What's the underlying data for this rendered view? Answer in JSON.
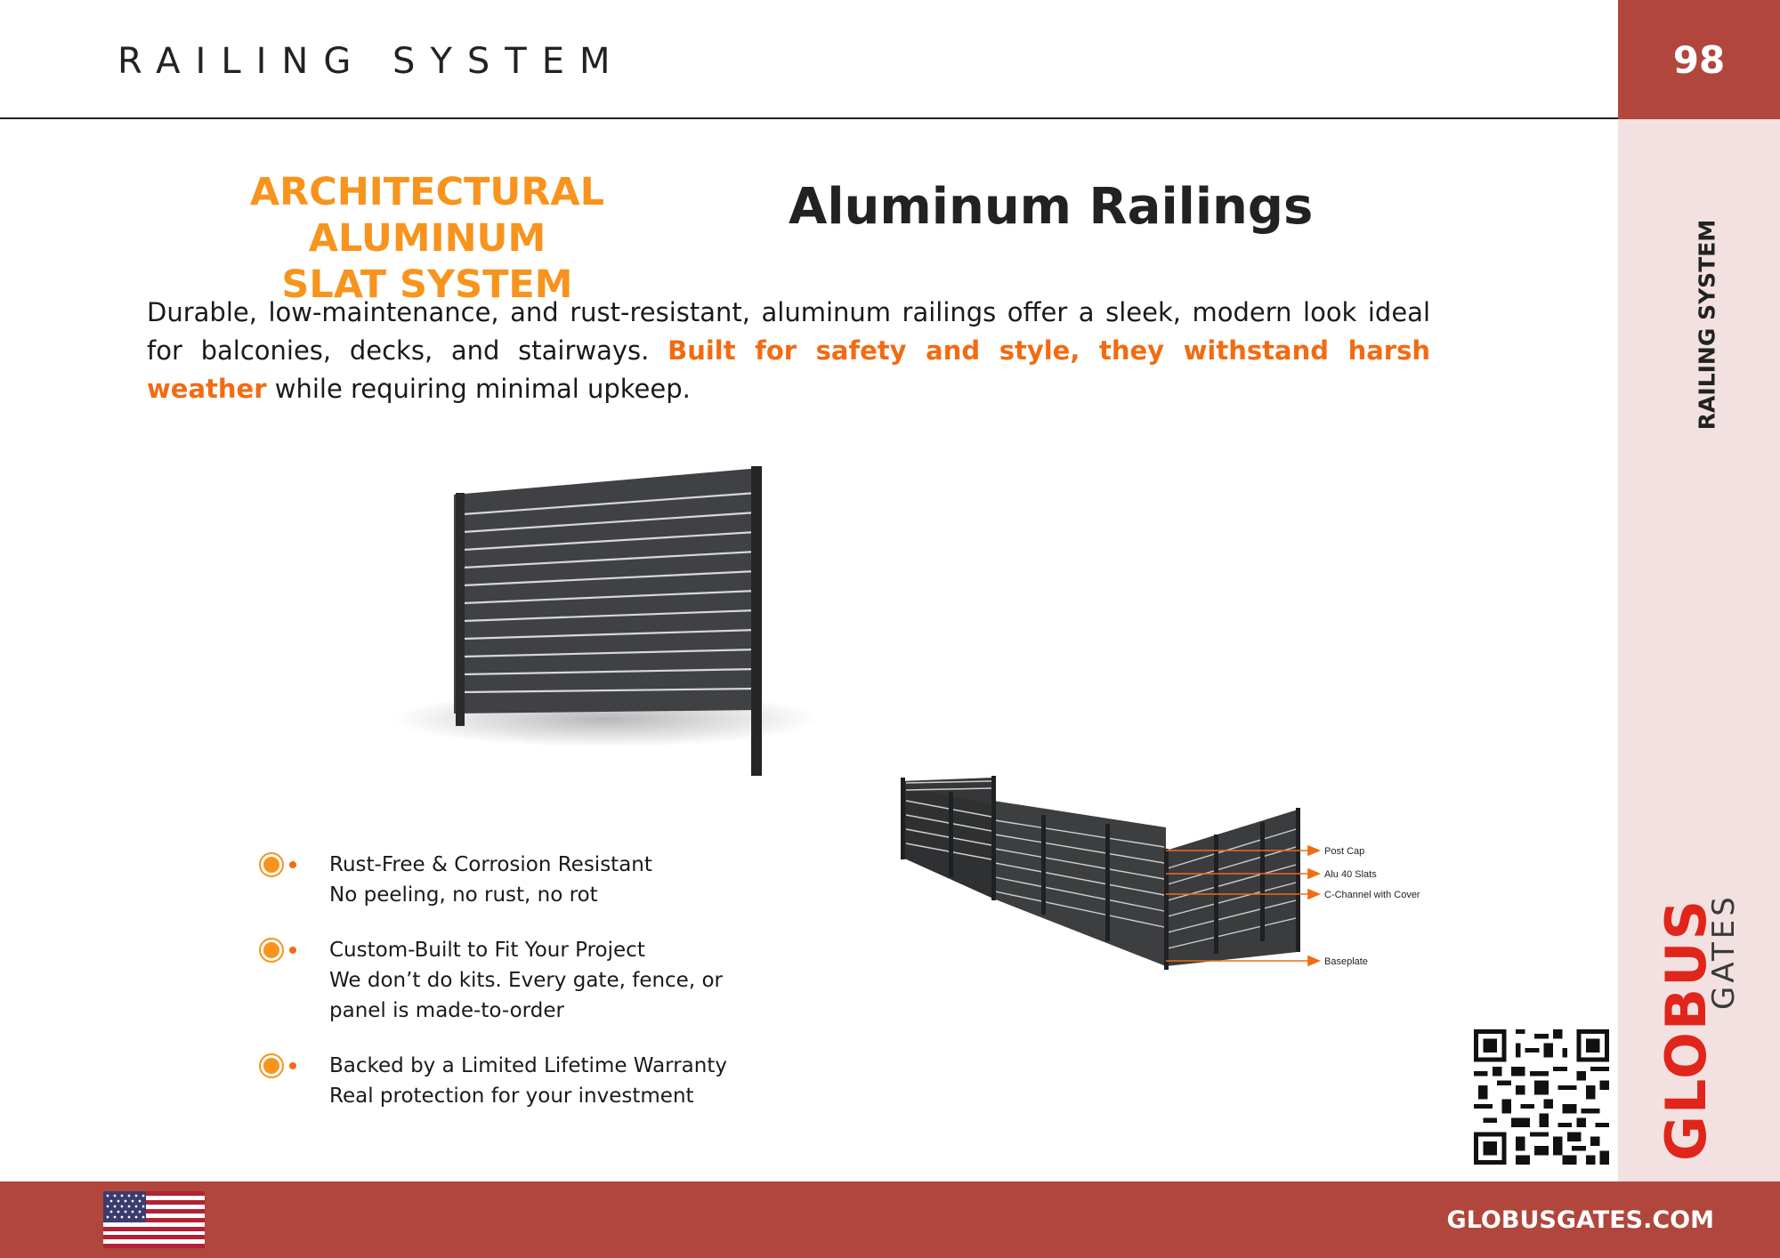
{
  "header": {
    "title": "RAILING SYSTEM",
    "page_number": "98"
  },
  "sidebar": {
    "label": "RAILING SYSTEM"
  },
  "subtitle": {
    "line1": "ARCHITECTURAL ALUMINUM",
    "line2": "SLAT SYSTEM"
  },
  "title": "Aluminum Railings",
  "intro": {
    "part1": "Durable, low-maintenance, and rust-resistant, aluminum railings offer a sleek, modern look ideal for balconies, decks, and stairways. ",
    "highlight": "Built for safety and style, they withstand harsh weather",
    "part2": " while requiring minimal upkeep."
  },
  "diagram_labels": [
    "Post Cap",
    "Alu 40 Slats",
    "C-Channel with Cover",
    "Baseplate"
  ],
  "features": [
    {
      "line1": "Rust-Free & Corrosion Resistant",
      "line2": "No peeling, no rust, no rot",
      "line3": ""
    },
    {
      "line1": "Custom-Built to Fit Your Project",
      "line2": "We don’t do kits. Every gate, fence, or",
      "line3": "panel is made-to-order"
    },
    {
      "line1": "Backed by a Limited Lifetime Warranty",
      "line2": "Real protection for your investment",
      "line3": ""
    }
  ],
  "brand": {
    "logo_text": "GLOBUS",
    "logo_sub": "GATES"
  },
  "footer": {
    "url": "GLOBUSGATES.COM"
  },
  "colors": {
    "accent_red": "#b0463c",
    "orange": "#f7941d",
    "highlight_orange": "#f26b12",
    "side_panel": "#f3e1e1"
  },
  "icons": [
    "us-flag-icon",
    "qr-code-icon",
    "bullet-target-icon"
  ]
}
